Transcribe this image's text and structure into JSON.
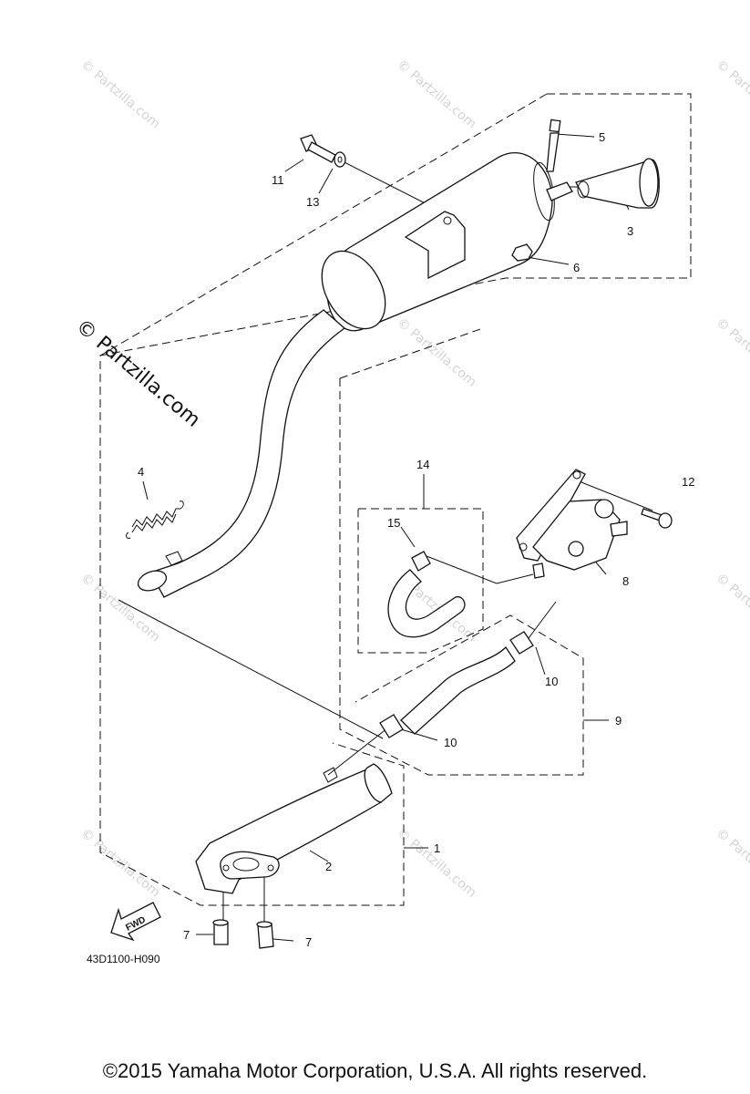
{
  "watermark": {
    "small": "© Partzilla.com",
    "large": "© Partzilla.com"
  },
  "callouts": [
    {
      "id": "c1",
      "label": "1"
    },
    {
      "id": "c2",
      "label": "2"
    },
    {
      "id": "c3",
      "label": "3"
    },
    {
      "id": "c4",
      "label": "4"
    },
    {
      "id": "c5",
      "label": "5"
    },
    {
      "id": "c6",
      "label": "6"
    },
    {
      "id": "c7a",
      "label": "7"
    },
    {
      "id": "c7b",
      "label": "7"
    },
    {
      "id": "c8",
      "label": "8"
    },
    {
      "id": "c9",
      "label": "9"
    },
    {
      "id": "c10a",
      "label": "10"
    },
    {
      "id": "c10b",
      "label": "10"
    },
    {
      "id": "c11",
      "label": "11"
    },
    {
      "id": "c12",
      "label": "12"
    },
    {
      "id": "c13",
      "label": "13"
    },
    {
      "id": "c14",
      "label": "14"
    },
    {
      "id": "c15",
      "label": "15"
    }
  ],
  "fwd_label": "FWD",
  "diagram_code": "43D1100-H090",
  "copyright": "©2015  Yamaha Motor Corporation, U.S.A. All rights reserved."
}
